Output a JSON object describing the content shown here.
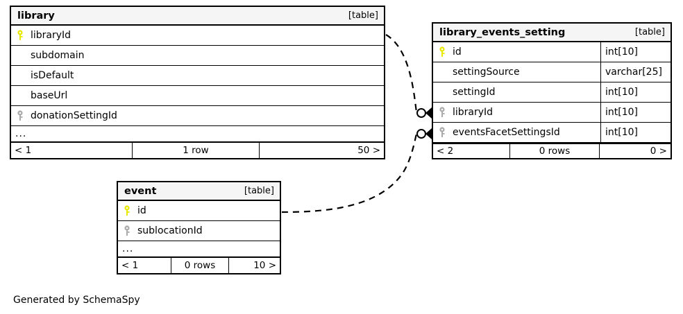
{
  "diagram": {
    "type": "entity-relationship-diagram",
    "generator_note": "Generated by SchemaSpy",
    "colors": {
      "primary_key": "#e8e800",
      "foreign_key": "#aaaaaa",
      "header_background": "#f5f5f5",
      "border": "#000000",
      "background": "#ffffff"
    }
  },
  "tables": [
    {
      "name": "library",
      "tag": "[table]",
      "columns": [
        {
          "key": "primary",
          "key_icon": "key-icon-yellow",
          "name": "libraryId",
          "type": ""
        },
        {
          "key": "none",
          "key_icon": "",
          "name": "subdomain",
          "type": ""
        },
        {
          "key": "none",
          "key_icon": "",
          "name": "isDefault",
          "type": ""
        },
        {
          "key": "none",
          "key_icon": "",
          "name": "baseUrl",
          "type": ""
        },
        {
          "key": "foreign",
          "key_icon": "key-icon-gray",
          "name": "donationSettingId",
          "type": ""
        }
      ],
      "ellipsis": "...",
      "footer": {
        "prev": "< 1",
        "rows": "1 row",
        "next": "50 >"
      }
    },
    {
      "name": "library_events_setting",
      "tag": "[table]",
      "columns": [
        {
          "key": "primary",
          "key_icon": "key-icon-yellow",
          "name": "id",
          "type": "int[10]"
        },
        {
          "key": "none",
          "key_icon": "",
          "name": "settingSource",
          "type": "varchar[25]"
        },
        {
          "key": "none",
          "key_icon": "",
          "name": "settingId",
          "type": "int[10]"
        },
        {
          "key": "foreign",
          "key_icon": "key-icon-gray",
          "name": "libraryId",
          "type": "int[10]"
        },
        {
          "key": "foreign",
          "key_icon": "key-icon-gray",
          "name": "eventsFacetSettingsId",
          "type": "int[10]"
        }
      ],
      "ellipsis": "",
      "footer": {
        "prev": "< 2",
        "rows": "0 rows",
        "next": "0 >"
      }
    },
    {
      "name": "event",
      "tag": "[table]",
      "columns": [
        {
          "key": "primary",
          "key_icon": "key-icon-yellow",
          "name": "id",
          "type": ""
        },
        {
          "key": "foreign",
          "key_icon": "key-icon-gray",
          "name": "sublocationId",
          "type": ""
        }
      ],
      "ellipsis": "...",
      "footer": {
        "prev": "< 1",
        "rows": "0 rows",
        "next": "10 >"
      }
    }
  ],
  "relationships": [
    {
      "name": "library-to-library_events_setting",
      "from_table": "library",
      "from_column": "libraryId",
      "to_table": "library_events_setting",
      "to_column": "libraryId",
      "style": "dashed",
      "source_cardinality": "one",
      "target_cardinality": "zero-or-many"
    },
    {
      "name": "event-to-library_events_setting",
      "from_table": "event",
      "from_column": "id",
      "to_table": "library_events_setting",
      "to_column": "eventsFacetSettingsId",
      "style": "dashed",
      "source_cardinality": "one",
      "target_cardinality": "zero-or-many"
    }
  ]
}
